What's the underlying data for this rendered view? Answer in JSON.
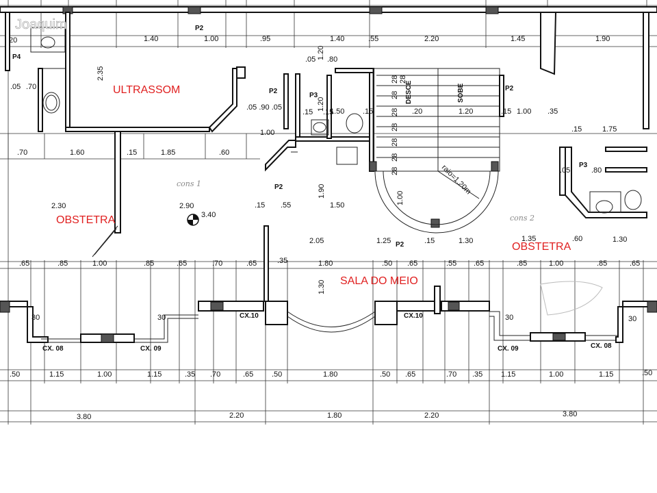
{
  "watermark": "Joaquim",
  "rooms": {
    "ultrassom": "ULTRASSOM",
    "obstetra_left": "OBSTETRA",
    "obstetra_right": "OBSTETRA",
    "sala_do_meio": "SALA DO MEIO"
  },
  "labels": {
    "p2_top": "P2",
    "p4": "P4",
    "p2_a": "P2",
    "p3_a": "P3",
    "p2_b": "P2",
    "p2_c": "P2",
    "p3_b": "P3",
    "p2_d": "P2",
    "desce": "DESCE",
    "sobe": "SOBE",
    "raio": "raio=1.20m",
    "cons1": "cons 1",
    "cons2": "cons 2",
    "cx10_a": "CX.10",
    "cx10_b": "CX.10",
    "cx08_a": "CX. 08",
    "cx09_a": "CX. 09",
    "cx09_b": "CX. 09",
    "cx08_b": "CX. 08",
    "level": "3.40"
  },
  "dims": {
    "top_row": [
      "20",
      "1.40",
      "1.00",
      ".95",
      "1.40",
      ".55",
      "2.20",
      "1.45",
      "1.90"
    ],
    "left_upper": [
      "2.35",
      ".05",
      ".70"
    ],
    "mid_upper": [
      ".05 .90 .05",
      "1.00",
      ".15",
      ".15",
      "1.50",
      ".15",
      ".20",
      "1.20",
      ".15",
      "1.00",
      ".35",
      ".15",
      "1.75",
      ".05",
      ".80"
    ],
    "stairs": [
      "28",
      "28",
      "28",
      "28",
      "28",
      "28",
      "28",
      "28",
      "1.00"
    ],
    "small": [
      ".05",
      ".80",
      "1.20",
      "1.20"
    ],
    "row_mid": [
      ".70",
      "1.60",
      ".15",
      "1.85",
      ".60"
    ],
    "row_lower": [
      "2.30",
      "2.90",
      ".15",
      ".55",
      "1.90",
      "1.50"
    ],
    "row_mid2": [
      "2.05",
      "1.25",
      ".15",
      "1.30",
      "1.35",
      ".60",
      "1.30"
    ],
    "row_band": [
      ".65",
      ".85",
      "1.00",
      ".85",
      ".65",
      ".70",
      ".65",
      ".35",
      "1.80",
      ".50",
      ".65",
      ".55",
      ".65",
      ".85",
      "1.00",
      ".85",
      ".65"
    ],
    "row_vert": "1.30",
    "window_30": [
      "30",
      "30",
      "30",
      "30"
    ],
    "bottom1": [
      ".50",
      "1.15",
      "1.00",
      "1.15",
      ".35",
      ".70",
      ".65",
      ".50",
      "1.80",
      ".50",
      ".65",
      ".70",
      ".35",
      "1.15",
      "1.00",
      "1.15",
      ".50"
    ],
    "bottom2": [
      "3.80",
      "2.20",
      "1.80",
      "2.20",
      "3.80"
    ]
  }
}
